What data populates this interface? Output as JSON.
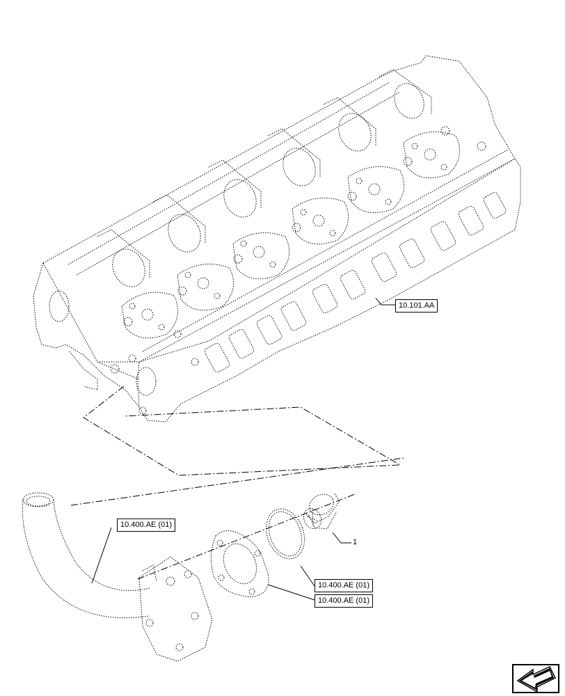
{
  "callouts": {
    "cylinder_head_ref": "10.101.AA",
    "outlet_pipe_ref": "10.400.AE (01)",
    "seal_ring_ref": "10.400.AE (01)",
    "gasket_ref": "10.400.AE (01)",
    "thermostat_item": "1"
  },
  "nav": {
    "icon": "previous-page-arrow-icon"
  }
}
